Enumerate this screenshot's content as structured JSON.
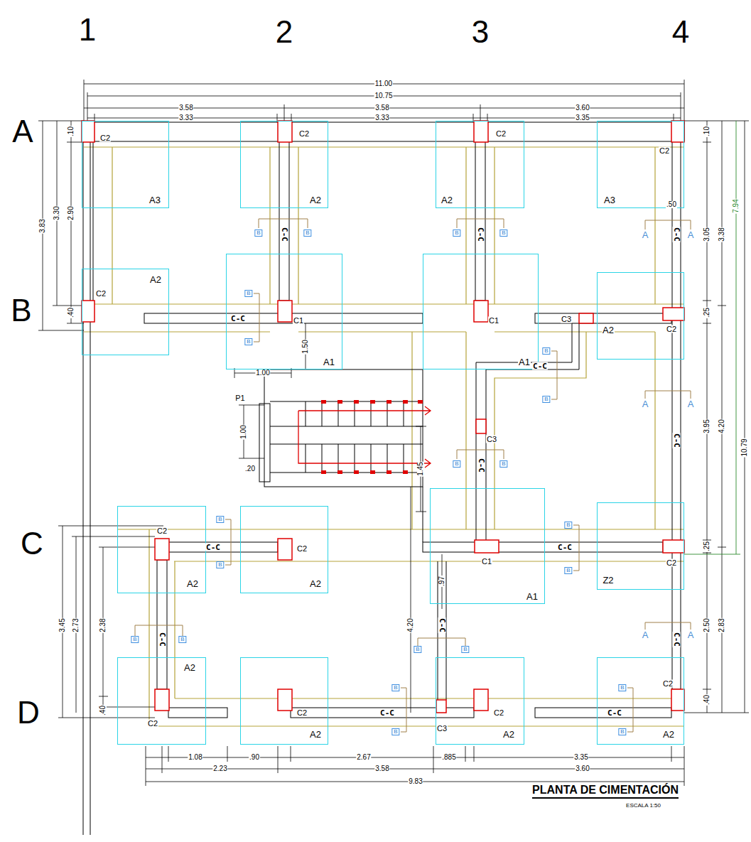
{
  "diagram": {
    "title": "PLANTA DE CIMENTACIÓN",
    "caption": "ESCALA 1:50",
    "nodes": [
      {
        "text": [
          "A3"
        ]
      },
      {
        "text": [
          "A2"
        ]
      },
      {
        "text": [
          "A2"
        ]
      },
      {
        "text": [
          "A3"
        ]
      },
      {
        "text": [
          "A2"
        ]
      },
      {
        "text": [
          "A1"
        ]
      },
      {
        "text": [
          "A1"
        ]
      },
      {
        "text": [
          "A2"
        ]
      },
      {
        "text": [
          "A2"
        ]
      },
      {
        "text": [
          "A2"
        ]
      },
      {
        "text": [
          "A1"
        ]
      },
      {
        "text": [
          "Z2"
        ]
      },
      {
        "text": [
          "A2"
        ]
      },
      {
        "text": [
          "A2"
        ]
      },
      {
        "text": [
          "A2"
        ]
      },
      {
        "text": [
          "A2"
        ]
      }
    ],
    "labels": [
      "1",
      "2",
      "3",
      "4",
      "A",
      "B",
      "C",
      "D",
      "11.00",
      "10.75",
      "3.58",
      "3.58",
      "3.60",
      "3.33",
      "3.33",
      "3.35",
      "3.83",
      "3.30",
      "2.90",
      ".10",
      ".40",
      "3.45",
      "2.73",
      "2.38",
      ".40",
      ".10",
      "3.05",
      "3.38",
      "7.94",
      "10.79",
      ".25",
      "3.95",
      "4.20",
      ".25",
      "2.50",
      "2.83",
      ".40",
      ".50",
      "1.08",
      ".90",
      "2.67",
      ".885",
      "3.35",
      "2.23",
      "3.58",
      "3.60",
      "9.83",
      "1.00",
      "1.50",
      "1.00",
      "P1",
      ".20",
      "1.45",
      ".97",
      "4.20",
      "C2",
      "C2",
      "C2",
      "C2",
      "C2",
      "C1",
      "C1",
      "C3",
      "C2",
      "C3",
      "C2",
      "C2",
      "C1",
      "C2",
      "C2",
      "C2",
      "C3",
      "C2",
      "C2",
      "C-C",
      "C-C",
      "C-C",
      "C-C",
      "C-C",
      "C-C",
      "C-C",
      "C-C",
      "C-C",
      "C-C",
      "C-C",
      "C-C",
      "C-C",
      "C-C",
      "A",
      "A",
      "A",
      "A",
      "A",
      "A",
      "B",
      "B",
      "B",
      "B",
      "B",
      "B",
      "B",
      "B",
      "B",
      "B",
      "B",
      "B",
      "B",
      "B",
      "B",
      "B",
      "B",
      "B",
      "B",
      "B",
      "B",
      "B"
    ]
  }
}
